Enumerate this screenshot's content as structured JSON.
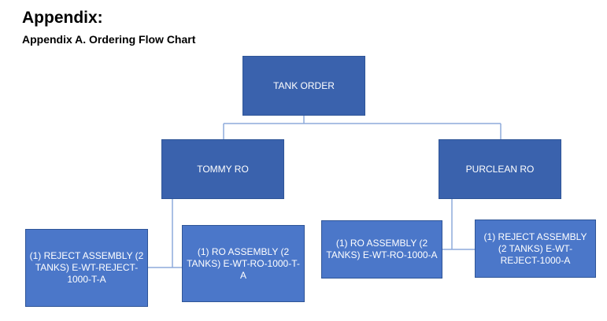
{
  "header": {
    "title": "Appendix:",
    "subtitle": "Appendix A. Ordering Flow Chart"
  },
  "flowchart": {
    "root": {
      "label": "TANK ORDER"
    },
    "branches": [
      {
        "label": "TOMMY RO"
      },
      {
        "label": "PURCLEAN RO"
      }
    ],
    "leaves": [
      {
        "label": "(1) REJECT ASSEMBLY (2 TANKS) E-WT-REJECT-1000-T-A"
      },
      {
        "label": "(1) RO ASSEMBLY (2 TANKS) E-WT-RO-1000-T-A"
      },
      {
        "label": "(1) RO ASSEMBLY (2 TANKS) E-WT-RO-1000-A"
      },
      {
        "label": "(1) REJECT ASSEMBLY (2 TANKS) E-WT-REJECT-1000-A"
      }
    ],
    "colors": {
      "dark_box": "#3a62ad",
      "light_box": "#4b77c9",
      "connector": "#8eaadb",
      "text": "#ffffff"
    }
  }
}
